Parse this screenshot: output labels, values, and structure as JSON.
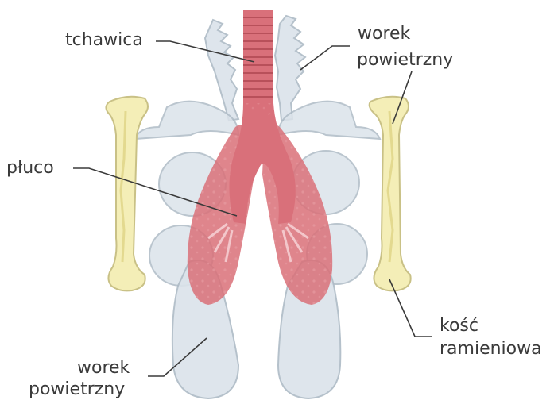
{
  "labels": {
    "trachea": "tchawica",
    "air_sac_top_line1": "worek",
    "air_sac_top_line2": "powietrzny",
    "lung": "płuco",
    "humerus_line1": "kość",
    "humerus_line2": "ramieniowa",
    "air_sac_bottom_line1": "worek",
    "air_sac_bottom_line2": "powietrzny"
  },
  "colors": {
    "background": "#ffffff",
    "trachea": "#d9707a",
    "lung": "#cf6a72",
    "air_sac_fill": "#dbe3ea",
    "air_sac_stroke": "#aebbc6",
    "bone_fill": "#f4eeb7",
    "bone_stroke": "#c9c186",
    "leader_line": "#3a3a3a",
    "label_text": "#3a3a3a"
  }
}
